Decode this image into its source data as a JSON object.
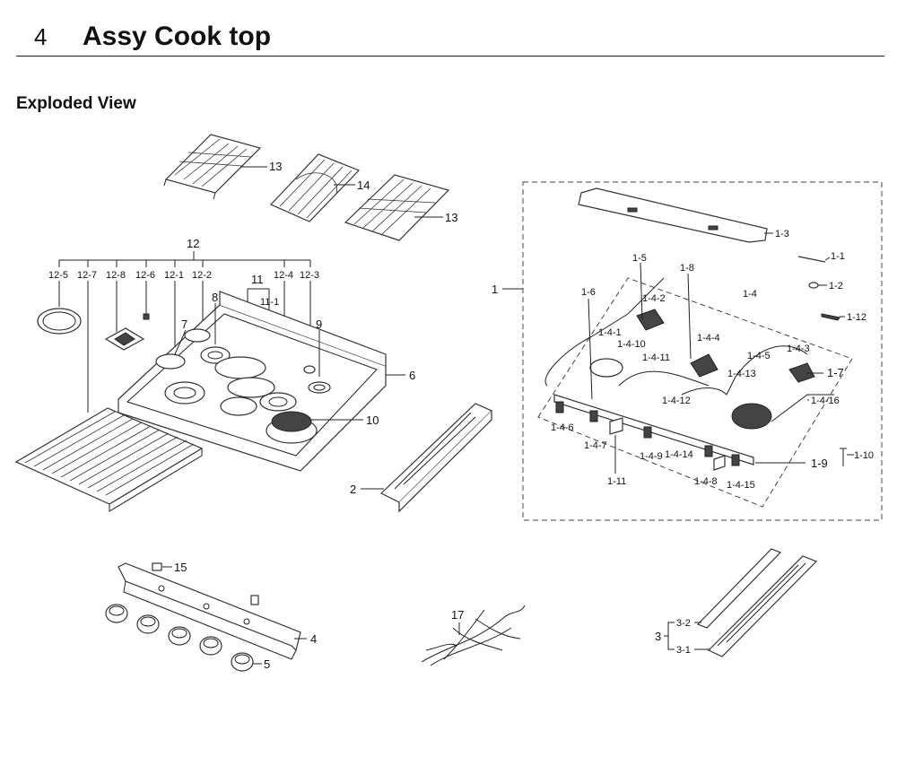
{
  "header": {
    "section_number": "4",
    "title": "Assy Cook top"
  },
  "subtitle": "Exploded View",
  "labels": {
    "l13a": "13",
    "l14": "14",
    "l13b": "13",
    "l12": "12",
    "l12_5": "12-5",
    "l12_7": "12-7",
    "l12_8": "12-8",
    "l12_6": "12-6",
    "l12_1": "12-1",
    "l12_2": "12-2",
    "l11": "11",
    "l12_4": "12-4",
    "l12_3": "12-3",
    "l11_1": "11-1",
    "l8": "8",
    "l7": "7",
    "l9": "9",
    "l6": "6",
    "l10": "10",
    "l2": "2",
    "l1": "1",
    "l1_3": "1-3",
    "l1_1": "1-1",
    "l1_2": "1-2",
    "l1_12": "1-12",
    "l1_5": "1-5",
    "l1_8": "1-8",
    "l1_6": "1-6",
    "l1_4": "1-4",
    "l1_4_2": "1-4-2",
    "l1_4_1": "1-4-1",
    "l1_4_10": "1-4-10",
    "l1_4_11": "1-4-11",
    "l1_4_4": "1-4-4",
    "l1_4_3": "1-4-3",
    "l1_4_5": "1-4-5",
    "l1_4_13": "1-4-13",
    "l1_7": "1-7",
    "l1_4_16": "1-4-16",
    "l1_4_12": "1-4-12",
    "l1_4_6": "1-4-6",
    "l1_4_7": "1-4-7",
    "l1_4_9": "1-4-9",
    "l1_4_14": "1-4-14",
    "l1_11": "1-11",
    "l1_4_8": "1-4-8",
    "l1_4_15": "1-4-15",
    "l1_9": "1-9",
    "l1_10": "1-10",
    "l15": "15",
    "l4": "4",
    "l5": "5",
    "l17": "17",
    "l3": "3",
    "l3_2": "3-2",
    "l3_1": "3-1"
  }
}
